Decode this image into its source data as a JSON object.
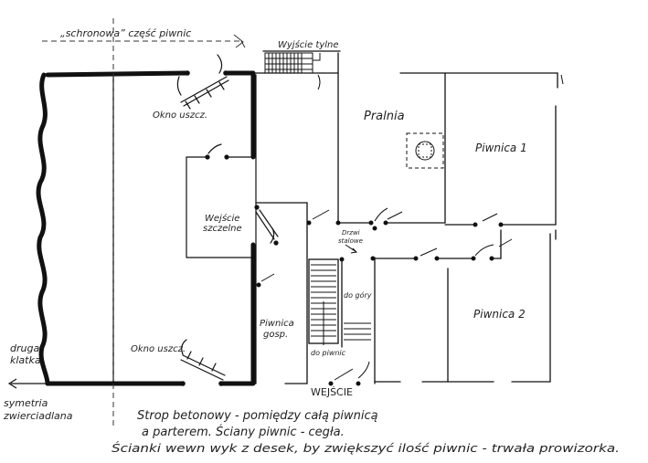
{
  "labels": {
    "top_note": "„schronowa” część piwnic",
    "rear_exit": "Wyjście tylne",
    "laundry": "Pralnia",
    "cellar1": "Piwnica 1",
    "cellar2": "Piwnica 2",
    "window_top": "Okno uszcz.",
    "window_bottom": "Okno uszcz.",
    "sealed_entry_1": "Wejście",
    "sealed_entry_2": "szczelne",
    "steel_door_1": "Drzwi",
    "steel_door_2": "stalowe",
    "up": "do góry",
    "down": "do piwnic",
    "utility_1": "Piwnica",
    "utility_2": "gosp.",
    "entrance": "WEJŚCIE",
    "stair_1": "druga",
    "stair_2": "klatka",
    "symmetry_1": "symetria",
    "symmetry_2": "zwierciadlana",
    "note_line1": "Strop betonowy - pomiędzy całą piwnicą",
    "note_line2": "a parterem. Ściany piwnic - cegła.",
    "note_line3": "Ścianki wewn wyk z desek, by zwiększyć ilość piwnic - trwała prowizorka."
  },
  "colors": {
    "ink": "#111111",
    "pencil": "#333333",
    "paper": "#ffffff"
  }
}
